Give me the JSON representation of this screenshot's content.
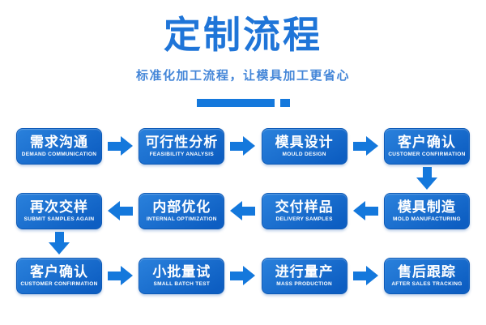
{
  "header": {
    "title": "定制流程",
    "subtitle": "标准化加工流程，让模具加工更省心"
  },
  "colors": {
    "title_blue": "#1f75d8",
    "subtitle_blue": "#4486d8",
    "arrow_blue": "#1478dc",
    "box_top": "#2a81dc",
    "box_bottom": "#0d5ec2",
    "box_border": "#0c59b6",
    "box_text": "#ffffff",
    "background": "#ffffff"
  },
  "flow": {
    "rows": [
      {
        "direction": "left-to-right",
        "boxes": [
          {
            "title": "需求沟通",
            "subtitle": "DEMAND COMMUNICATION"
          },
          {
            "title": "可行性分析",
            "subtitle": "FEASIBILITY ANALYSIS"
          },
          {
            "title": "模具设计",
            "subtitle": "MOULD DESIGN"
          },
          {
            "title": "客户确认",
            "subtitle": "CUSTOMER CONFIRMATION"
          }
        ]
      },
      {
        "direction": "right-to-left",
        "boxes": [
          {
            "title": "再次交样",
            "subtitle": "SUBMIT SAMPLES AGAIN"
          },
          {
            "title": "内部优化",
            "subtitle": "INTERNAL OPTIMIZATION"
          },
          {
            "title": "交付样品",
            "subtitle": "DELIVERY SAMPLES"
          },
          {
            "title": "模具制造",
            "subtitle": "MOLD MANUFACTURING"
          }
        ]
      },
      {
        "direction": "left-to-right",
        "boxes": [
          {
            "title": "客户确认",
            "subtitle": "CUSTOMER CONFIRMATION"
          },
          {
            "title": "小批量试",
            "subtitle": "SMALL BATCH TEST"
          },
          {
            "title": "进行量产",
            "subtitle": "MASS PRODUCTION"
          },
          {
            "title": "售后跟踪",
            "subtitle": "AFTER SALES TRACKING"
          }
        ]
      }
    ]
  }
}
